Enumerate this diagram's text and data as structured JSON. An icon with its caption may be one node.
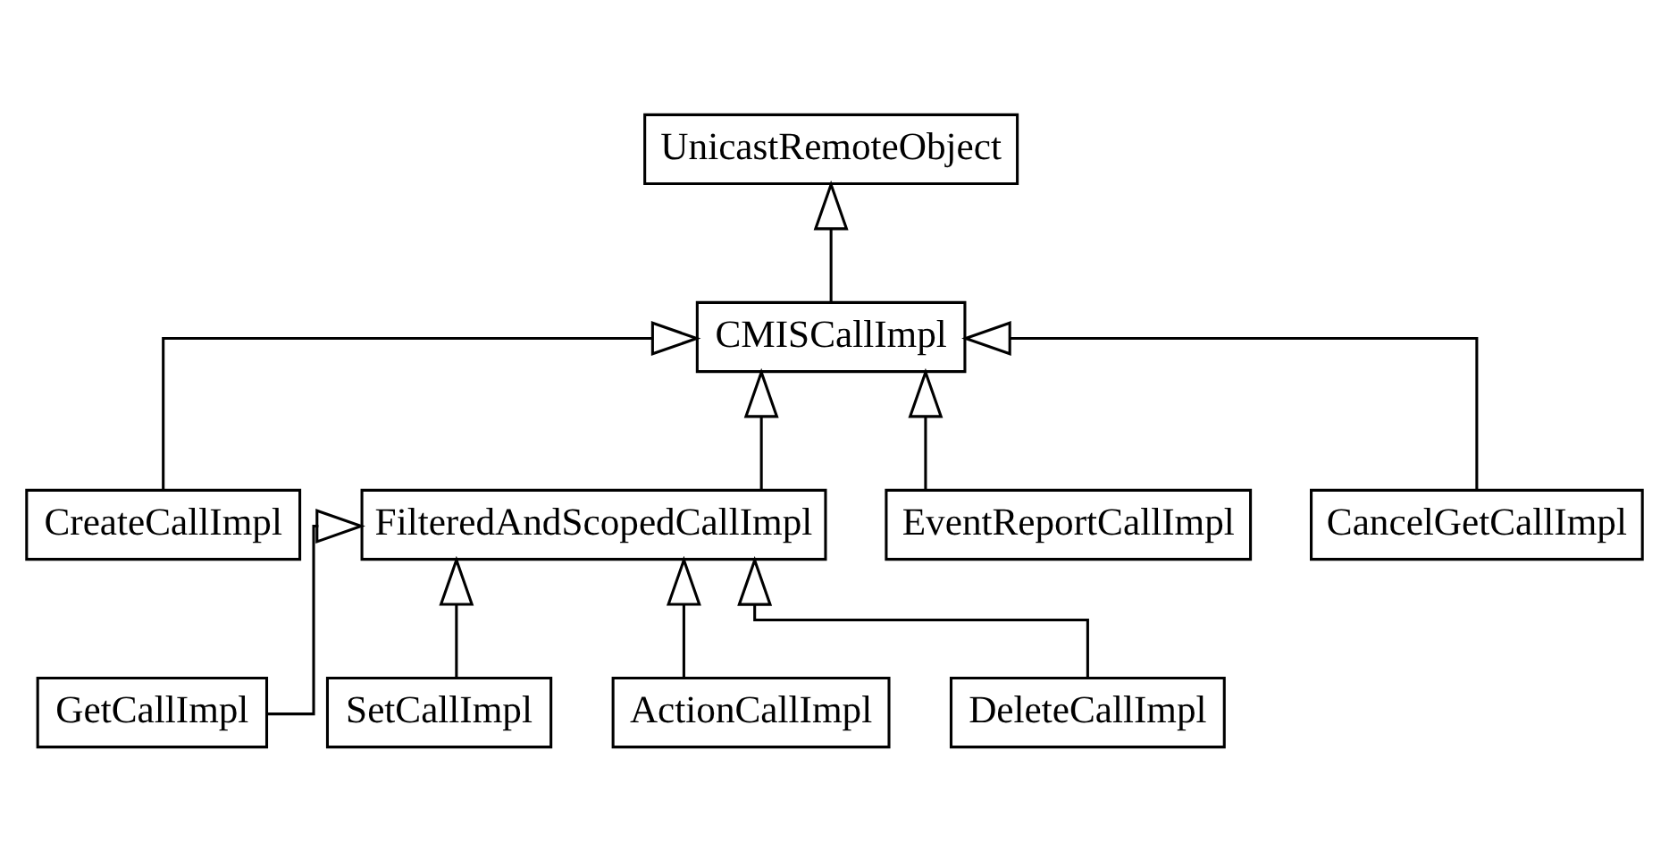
{
  "diagram": {
    "nodes": [
      {
        "text": [
          "UnicastRemoteObject"
        ]
      },
      {
        "text": [
          "CMISCallImpl"
        ]
      },
      {
        "text": [
          "CreateCallImpl"
        ]
      },
      {
        "text": [
          "FilteredAndScopedCallImpl"
        ]
      },
      {
        "text": [
          "EventReportCallImpl"
        ]
      },
      {
        "text": [
          "CancelGetCallImpl"
        ]
      },
      {
        "text": [
          "GetCallImpl"
        ]
      },
      {
        "text": [
          "SetCallImpl"
        ]
      },
      {
        "text": [
          "ActionCallImpl"
        ]
      },
      {
        "text": [
          "DeleteCallImpl"
        ]
      }
    ],
    "edges": [
      {
        "from": 1,
        "to": 0,
        "arrow": "to"
      },
      {
        "from": 2,
        "to": 1,
        "arrow": "to"
      },
      {
        "from": 3,
        "to": 1,
        "arrow": "to"
      },
      {
        "from": 4,
        "to": 1,
        "arrow": "to"
      },
      {
        "from": 5,
        "to": 1,
        "arrow": "to"
      },
      {
        "from": 6,
        "to": 3,
        "arrow": "to"
      },
      {
        "from": 7,
        "to": 3,
        "arrow": "to"
      },
      {
        "from": 8,
        "to": 3,
        "arrow": "to"
      },
      {
        "from": 9,
        "to": 3,
        "arrow": "to"
      }
    ]
  }
}
